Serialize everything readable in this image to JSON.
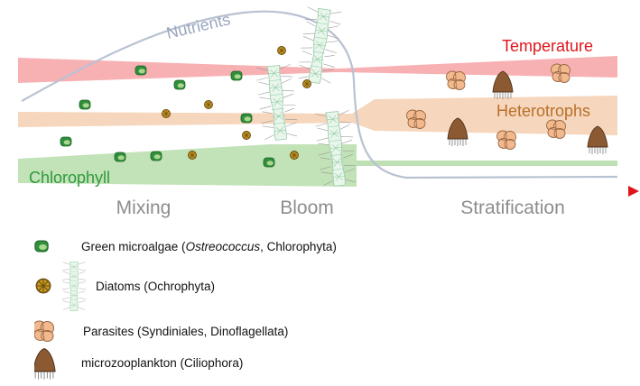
{
  "labels": {
    "nutrients": "Nutrients",
    "temperature": "Temperature",
    "heterotrophs": "Heterotrophs",
    "chlorophyll": "Chlorophyll"
  },
  "phases": [
    "Mixing",
    "Bloom",
    "Stratification"
  ],
  "legend": {
    "green_algae": {
      "prefix": "Green microalgae (",
      "italic": "Ostreococcus",
      "suffix": ", Chlorophyta)"
    },
    "diatoms": "Diatoms (Ochrophyta)",
    "parasites": "Parasites (Syndiniales, Dinoflagellata)",
    "microzooplankton": "microzooplankton (Ciliophora)"
  },
  "colors": {
    "temperature": "#e0151b",
    "temperature_band": "#f7a8ab",
    "heterotrophs": "#b8702a",
    "heterotrophs_band": "#f5d4b8",
    "chlorophyll": "#2f9a3c",
    "chlorophyll_band": "#bfe0b4",
    "nutrients_line": "#b8c2d2",
    "nutrients_text": "#9aa6bf",
    "phase_text": "#8d8d8d",
    "axis_arrow": "#e0151b"
  }
}
